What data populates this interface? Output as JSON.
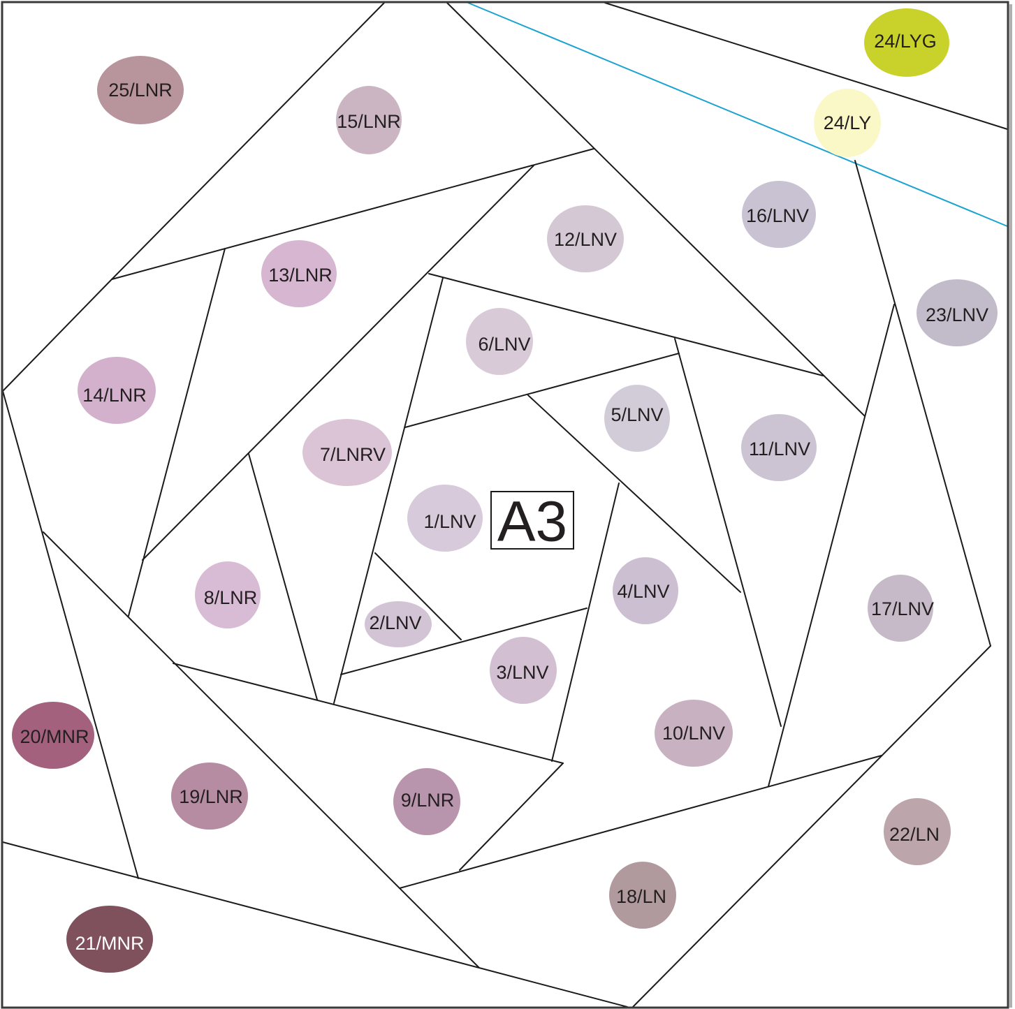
{
  "title": "A3",
  "colors": {
    "frame": "#000000",
    "line": "#1a1a1a",
    "guide": "#1aa3d1",
    "text_dark": "#231f20",
    "text_light": "#ffffff"
  },
  "pieces": [
    {
      "id": "p25a",
      "label": "25/LNR",
      "color": "#b8949c",
      "text": "dark"
    },
    {
      "id": "p15",
      "label": "15/LNR",
      "color": "#cbb5c2",
      "text": "dark"
    },
    {
      "id": "p24lyg",
      "label": "24/LYG",
      "color": "#c8d22a",
      "text": "dark"
    },
    {
      "id": "p24ly",
      "label": "24/LY",
      "color": "#fbf8c8",
      "text": "dark"
    },
    {
      "id": "p16",
      "label": "16/LNV",
      "color": "#c9c2d2",
      "text": "dark"
    },
    {
      "id": "p12",
      "label": "12/LNV",
      "color": "#d4c8d4",
      "text": "dark"
    },
    {
      "id": "p13",
      "label": "13/LNR",
      "color": "#d6b6d0",
      "text": "dark"
    },
    {
      "id": "p23",
      "label": "23/LNV",
      "color": "#c2bcca",
      "text": "dark"
    },
    {
      "id": "p6",
      "label": "6/LNV",
      "color": "#d8cbd7",
      "text": "dark"
    },
    {
      "id": "p14",
      "label": "14/LNR",
      "color": "#d3b1cd",
      "text": "dark"
    },
    {
      "id": "p5",
      "label": "5/LNV",
      "color": "#d2ccd8",
      "text": "dark"
    },
    {
      "id": "p11",
      "label": "11/LNV",
      "color": "#ccc4d3",
      "text": "dark"
    },
    {
      "id": "p7",
      "label": "7/LNRV",
      "color": "#dbc4d6",
      "text": "dark"
    },
    {
      "id": "p1",
      "label": "1/LNV",
      "color": "#d7cadb",
      "text": "dark"
    },
    {
      "id": "p4",
      "label": "4/LNV",
      "color": "#cdbfd2",
      "text": "dark"
    },
    {
      "id": "p8",
      "label": "8/LNR",
      "color": "#d8bbd4",
      "text": "dark"
    },
    {
      "id": "p17",
      "label": "17/LNV",
      "color": "#c6bac8",
      "text": "dark"
    },
    {
      "id": "p2",
      "label": "2/LNV",
      "color": "#d2c4d5",
      "text": "dark"
    },
    {
      "id": "p3",
      "label": "3/LNV",
      "color": "#d3bfd2",
      "text": "dark"
    },
    {
      "id": "p10",
      "label": "10/LNV",
      "color": "#c8b2c2",
      "text": "dark"
    },
    {
      "id": "p20",
      "label": "20/MNR",
      "color": "#a4617e",
      "text": "dark"
    },
    {
      "id": "p19",
      "label": "19/LNR",
      "color": "#b68ca3",
      "text": "dark"
    },
    {
      "id": "p9",
      "label": "9/LNR",
      "color": "#b995ad",
      "text": "dark"
    },
    {
      "id": "p22",
      "label": "22/LN",
      "color": "#bca5ab",
      "text": "dark"
    },
    {
      "id": "p18",
      "label": "18/LN",
      "color": "#b09a9e",
      "text": "dark"
    },
    {
      "id": "p21",
      "label": "21/MNR",
      "color": "#7e515c",
      "text": "light"
    }
  ]
}
